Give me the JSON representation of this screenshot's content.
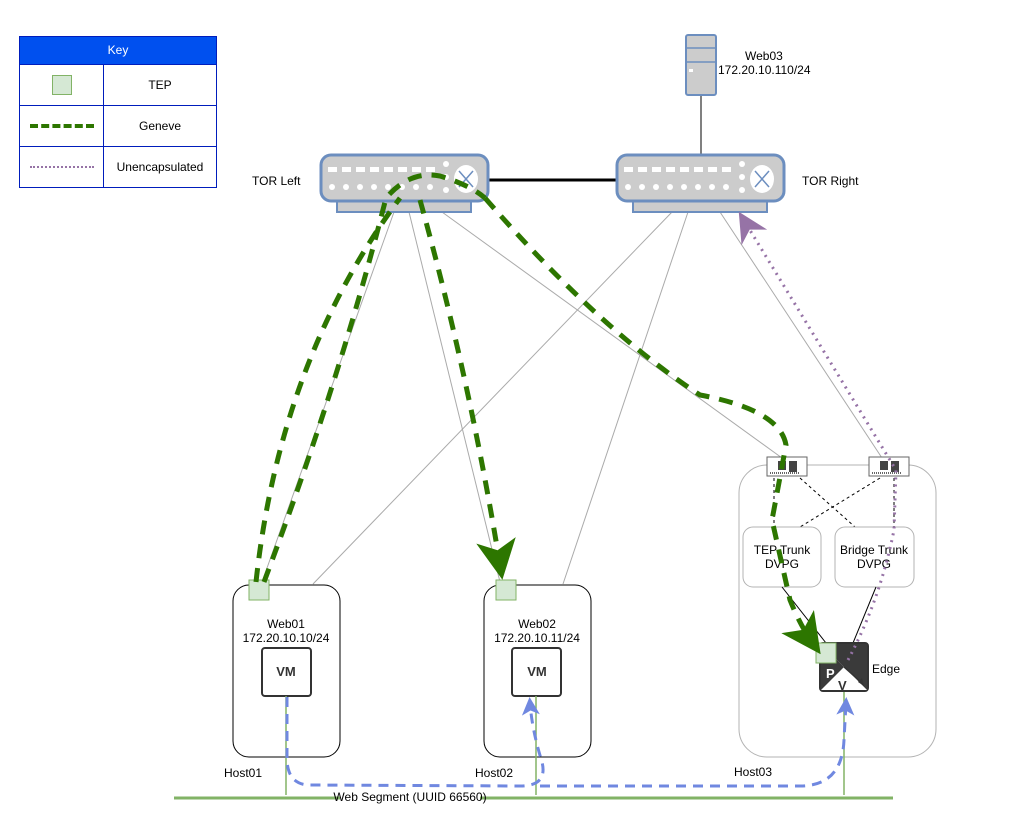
{
  "key": {
    "title": "Key",
    "items": [
      {
        "symbol": "tep-square",
        "label": "TEP"
      },
      {
        "symbol": "geneve-dashed-line",
        "label": "Geneve"
      },
      {
        "symbol": "unencapsulated-dotted-line",
        "label": "Unencapsulated"
      }
    ]
  },
  "colors": {
    "key_header": "#0050ef",
    "geneve": "#2d7600",
    "unencapsulated": "#9673a6",
    "tep_fill": "#d5e8d4",
    "tep_stroke": "#82b366",
    "segment": "#82b366",
    "vm_traffic": "#7088e0",
    "switch_fill": "#cccccc",
    "switch_stroke": "#6c8ebf"
  },
  "nodes": {
    "tor_left": {
      "label": "TOR Left"
    },
    "tor_right": {
      "label": "TOR Right"
    },
    "web03": {
      "name": "Web03",
      "ip": "172.20.10.110/24"
    },
    "host01": {
      "label": "Host01",
      "vm_name": "Web01",
      "vm_ip": "172.20.10.10/24",
      "vm_label": "VM"
    },
    "host02": {
      "label": "Host02",
      "vm_name": "Web02",
      "vm_ip": "172.20.10.11/24",
      "vm_label": "VM"
    },
    "host03": {
      "label": "Host03",
      "tep_trunk": [
        "TEP Trunk",
        "DVPG"
      ],
      "bridge_trunk": [
        "Bridge Trunk",
        "DVPG"
      ],
      "edge": {
        "label": "Edge",
        "p": "P",
        "v": "V"
      }
    }
  },
  "segment": {
    "label": "Web Segment (UUID 66560)"
  }
}
